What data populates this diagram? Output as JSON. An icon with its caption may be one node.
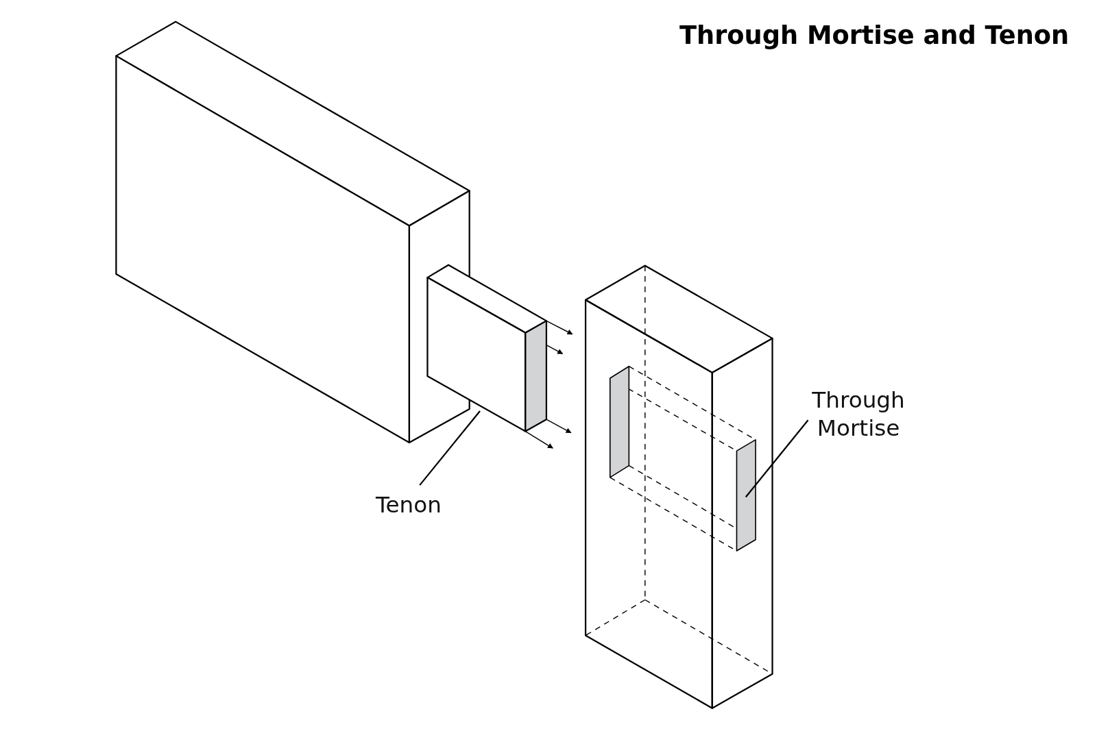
{
  "diagram": {
    "title": "Through Mortise and Tenon",
    "nodes": [
      {
        "text": [
          "Tenon"
        ]
      },
      {
        "text": [],
        "shape": "box"
      },
      {
        "text": [
          "Through Mortise"
        ]
      },
      {
        "text": [],
        "shape": "box"
      }
    ],
    "edges": [
      {
        "from": 0,
        "to": 1,
        "arrow": "none"
      },
      {
        "from": 2,
        "to": 3,
        "arrow": "none"
      },
      {
        "from": 1,
        "to": 3,
        "arrow": "to"
      },
      {
        "from": 1,
        "to": null,
        "arrow": "to"
      },
      {
        "from": 1,
        "to": 3,
        "arrow": "to"
      },
      {
        "from": 1,
        "to": null,
        "arrow": "to"
      }
    ]
  }
}
